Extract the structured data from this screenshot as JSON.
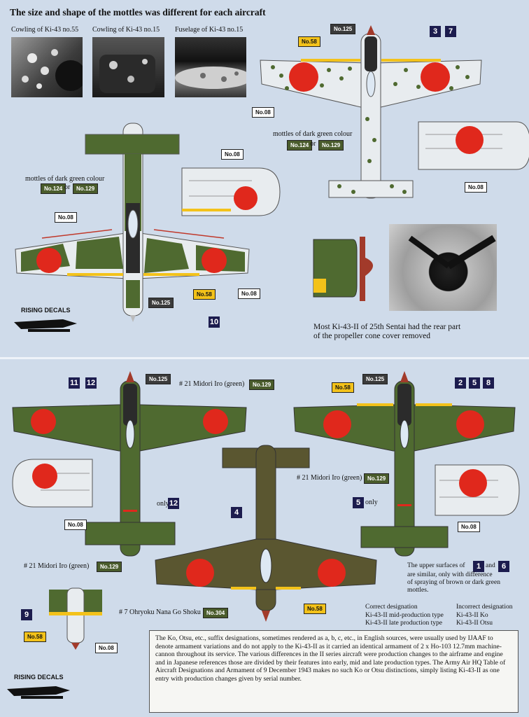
{
  "title": "The size and shape of the mottles was different for each aircraft",
  "photos": {
    "cap1": "Cowling of Ki-43 no.55",
    "cap2": "Cowling of Ki-43 no.15",
    "cap3": "Fuselage of Ki-43 no.15"
  },
  "labels": {
    "no125": "No.125",
    "no58": "No.58",
    "no08": "No.08",
    "no124": "No.124",
    "no129": "No.129",
    "no304": "No.304",
    "or": "or",
    "mottles": "mottles of dark green colour",
    "midori": "# 21 Midori Iro (green)",
    "ohryoku": "# 7 Ohryoku Nana Go Shoku",
    "only": "only"
  },
  "numbers": {
    "n3": "3",
    "n7": "7",
    "n10": "10",
    "n11": "11",
    "n12": "12",
    "n2": "2",
    "n5": "5",
    "n8": "8",
    "n4": "4",
    "n9": "9",
    "n1": "1",
    "n6": "6"
  },
  "prop_caption": {
    "line1": "Most Ki-43-II of 25th Sentai had the rear part",
    "line2": "of the propeller cone cover removed"
  },
  "upper_surfaces": {
    "pre": "The upper surfaces of",
    "and": "and",
    "line2": "are similar, only with difference",
    "line3": "of spraying of brown or dark green",
    "line4": "mottles."
  },
  "designation": {
    "correct_header": "Correct designation",
    "incorrect_header": "Incorrect designation",
    "row1_correct": "Ki-43-II mid-production type",
    "row1_incorrect": "Ki-43-II Ko",
    "row2_correct": "Ki-43-II late production type",
    "row2_incorrect": "Ki-43-II Otsu"
  },
  "body_text": "The Ko, Otsu, etc., suffix designations, sometimes rendered as a, b, c, etc., in English sources, were usually used by IJAAF to denote armament variations and do not apply to the Ki-43-II as it carried an identical armament of 2 x Ho-103 12.7mm machine-cannon throughout its service. The various differences in the II series aircraft were production changes to the airframe and engine and in Japanese references those are divided by their features into early, mid and late production types. The Army Air HQ Table of Aircraft Designations and Armament of 9 December 1943 makes no such Ko or Otsu distinctions, simply listing Ki-43-II as one entry with production changes given by serial number.",
  "logo": "RISING DECALS",
  "colors": {
    "background": "#cfdbea",
    "olive_green": "#4f6a30",
    "brown_green": "#5a5630",
    "hinomaru_red": "#e0281c",
    "silver": "#e8ecef",
    "yellow_band": "#f3c21a"
  }
}
